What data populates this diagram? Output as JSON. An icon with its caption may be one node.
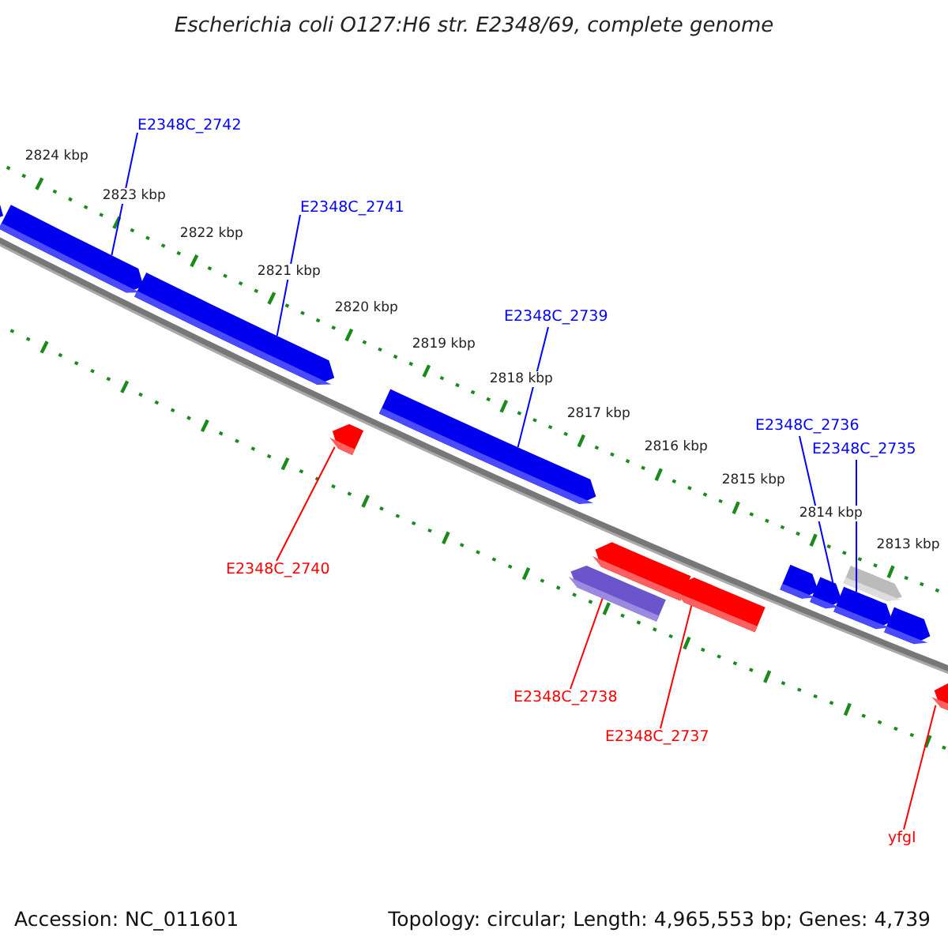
{
  "diagram": {
    "title": "Escherichia coli O127:H6 str. E2348/69, complete genome",
    "nodes": [
      {
        "text": [
          "E2348C_2742"
        ]
      },
      {
        "text": [
          "E2348C_2741"
        ]
      },
      {
        "text": [
          "E2348C_2739"
        ]
      },
      {
        "text": [
          "E2348C_2736"
        ]
      },
      {
        "text": [
          "E2348C_2735"
        ]
      },
      {
        "text": [
          "E2348C_2740"
        ]
      },
      {
        "text": [
          "E2348C_2738"
        ]
      },
      {
        "text": [
          "E2348C_2737"
        ]
      },
      {
        "text": [
          "yfgI"
        ]
      },
      {
        "text": [],
        "shape": "bar"
      },
      {
        "text": [],
        "shape": "bar"
      },
      {
        "text": [],
        "shape": "bar"
      },
      {
        "text": [],
        "shape": "bar"
      },
      {
        "text": [],
        "shape": "bar"
      },
      {
        "text": [],
        "shape": "bar"
      },
      {
        "text": [],
        "shape": "bar"
      },
      {
        "text": [],
        "shape": "bar"
      },
      {
        "text": [],
        "shape": "bar"
      }
    ],
    "edges": [
      {
        "from": 0,
        "to": 9,
        "arrow": "none"
      },
      {
        "from": 1,
        "to": 10,
        "arrow": "none"
      },
      {
        "from": 5,
        "to": 11,
        "arrow": "none",
        "color": "#ff0000"
      },
      {
        "from": 2,
        "to": 12,
        "arrow": "none"
      },
      {
        "from": 6,
        "to": 13,
        "arrow": "none",
        "color": "#ff0000"
      },
      {
        "from": 7,
        "to": 14,
        "arrow": "none",
        "color": "#ff0000"
      },
      {
        "from": 3,
        "to": 15,
        "arrow": "none"
      },
      {
        "from": 4,
        "to": 16,
        "arrow": "none"
      },
      {
        "from": 8,
        "to": 17,
        "arrow": "none",
        "color": "#ff0000"
      }
    ],
    "labels": [
      "2824 kbp",
      "2823 kbp",
      "2822 kbp",
      "2821 kbp",
      "2820 kbp",
      "2819 kbp",
      "2818 kbp",
      "2817 kbp",
      "2816 kbp",
      "2815 kbp",
      "2814 kbp",
      "2813 kbp",
      "Accession: NC_011601",
      "Topology: circular; Length: 4,965,553 bp; Genes: 4,739"
    ]
  }
}
